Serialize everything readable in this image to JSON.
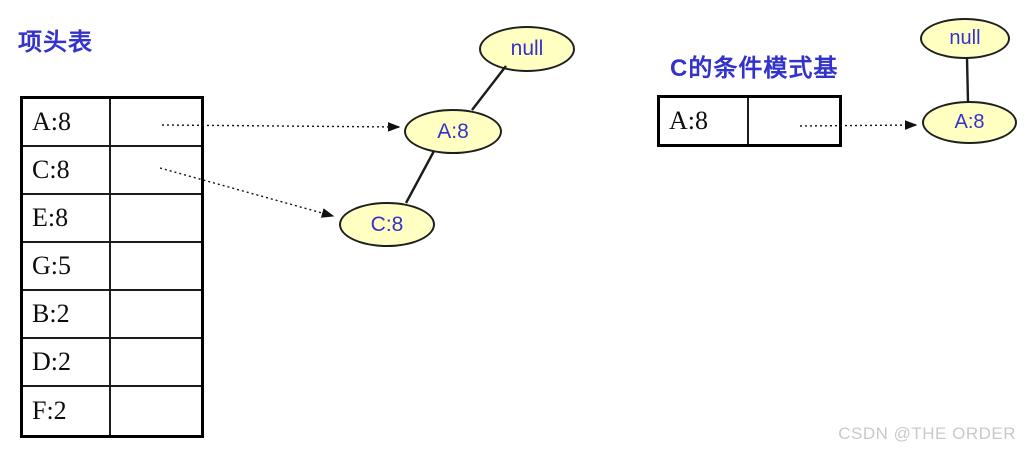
{
  "header_table": {
    "title": "项头表",
    "rows": [
      "A:8",
      "C:8",
      "E:8",
      "G:5",
      "B:2",
      "D:2",
      "F:2"
    ]
  },
  "fp_tree": {
    "nodes": [
      {
        "label": "null"
      },
      {
        "label": "A:8"
      },
      {
        "label": "C:8"
      }
    ]
  },
  "conditional_pattern_base": {
    "title": "C的条件模式基",
    "rows": [
      "A:8"
    ],
    "nodes": [
      {
        "label": "null"
      },
      {
        "label": "A:8"
      }
    ]
  },
  "watermark": "CSDN @THE ORDER",
  "colors": {
    "node_fill": "#FFFFC2",
    "node_border": "#1f1f1f",
    "node_text": "#3333CC",
    "title_text": "#3333CC",
    "table_border": "#000000",
    "table_text": "#0d0d0d",
    "watermark_text": "#C9C9C9"
  }
}
